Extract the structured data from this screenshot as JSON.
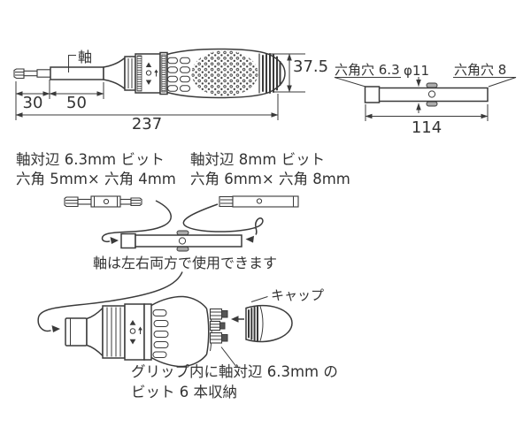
{
  "colors": {
    "line": "#3a3a3a",
    "text": "#333333",
    "metal_gray": "#ababab",
    "background": "#ffffff"
  },
  "main_view": {
    "shaft_label": "軸",
    "dim_bit": "30",
    "dim_shaft": "50",
    "dim_overall": "237",
    "dim_grip_diameter": "37.5"
  },
  "shaft_view": {
    "hex_hole_left": "六角穴 6.3",
    "diameter": "φ11",
    "hex_hole_right": "六角穴 8",
    "dim_length": "114"
  },
  "bits_section": {
    "bit63_line1": "軸対辺 6.3mm ビット",
    "bit63_line2": "六角 5mm× 六角 4mm",
    "bit8_line1": "軸対辺 8mm ビット",
    "bit8_line2": "六角 6mm× 六角 8mm",
    "note": "軸は左右両方で使用できます"
  },
  "storage_section": {
    "cap_label": "キャップ",
    "note_line1": "グリップ内に軸対辺 6.3mm の",
    "note_line2": "ビット 6 本収納"
  }
}
